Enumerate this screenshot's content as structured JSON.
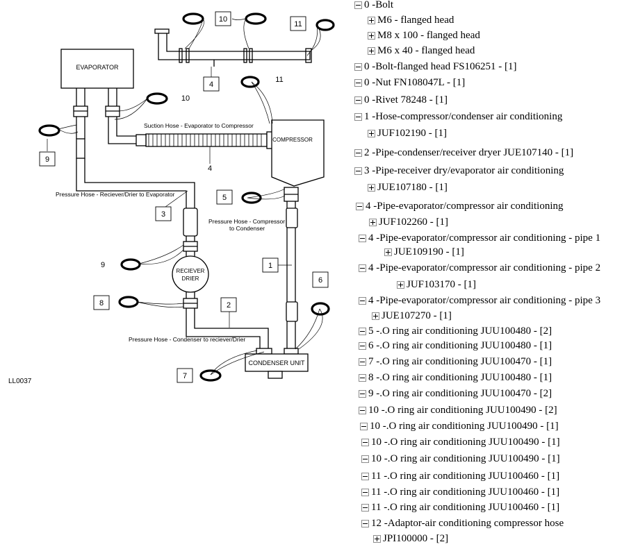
{
  "diagram": {
    "drawing_ref": "LL0037",
    "components": {
      "evaporator": "EVAPORATOR",
      "compressor": "COMPRESSOR",
      "receiver_drier_line1": "RECIEVER",
      "receiver_drier_line2": "DRIER",
      "condenser": "CONDENSER UNIT"
    },
    "hose_labels": {
      "suction": "Suction Hose - Evaporator to Compressor",
      "pressure_receiver_evap": "Pressure Hose - Reciever/Drier to Evaporator",
      "pressure_comp_line1": "Pressure Hose - Compressor",
      "pressure_comp_line2": "to Condenser",
      "pressure_cond_receiver": "Pressure Hose - Condenser to reciever/Drier"
    },
    "callouts": [
      "10",
      "11",
      "4",
      "11",
      "10",
      "9",
      "4",
      "5",
      "3",
      "1",
      "9",
      "6",
      "8",
      "2",
      "7"
    ]
  },
  "tree": [
    {
      "toggle": "minus",
      "label": "0 -Bolt"
    },
    {
      "toggle": "plus",
      "label": "M6 - flanged head"
    },
    {
      "toggle": "plus",
      "label": "M8 x 100 - flanged head"
    },
    {
      "toggle": "plus",
      "label": "M6 x 40 - flanged head"
    },
    {
      "toggle": "minus",
      "label": "0 -Bolt-flanged head  FS106251 - [1]"
    },
    {
      "toggle": "minus",
      "label": "0 -Nut  FN108047L - [1]"
    },
    {
      "toggle": "minus",
      "label": "0 -Rivet  78248 - [1]"
    },
    {
      "toggle": "minus",
      "label": "1 -Hose-compressor/condenser air conditioning"
    },
    {
      "toggle": "plus",
      "label": "JUF102190 - [1]"
    },
    {
      "toggle": "minus",
      "label": "2 -Pipe-condenser/receiver dryer  JUE107140 - [1]"
    },
    {
      "toggle": "minus",
      "label": "3 -Pipe-receiver dry/evaporator air conditioning"
    },
    {
      "toggle": "plus",
      "label": "JUE107180 - [1]"
    },
    {
      "toggle": "minus",
      "label": "4 -Pipe-evaporator/compressor air conditioning"
    },
    {
      "toggle": "plus",
      "label": "JUF102260 - [1]"
    },
    {
      "toggle": "minus",
      "label": "4 -Pipe-evaporator/compressor air conditioning - pipe 1"
    },
    {
      "toggle": "plus",
      "label": "JUE109190 - [1]"
    },
    {
      "toggle": "minus",
      "label": "4 -Pipe-evaporator/compressor air conditioning - pipe 2"
    },
    {
      "toggle": "plus",
      "label": "JUF103170 - [1]"
    },
    {
      "toggle": "minus",
      "label": "4 -Pipe-evaporator/compressor air conditioning - pipe 3"
    },
    {
      "toggle": "plus",
      "label": "JUE107270 - [1]"
    },
    {
      "toggle": "minus",
      "label": "5 -.O ring air conditioning  JUU100480 - [2]"
    },
    {
      "toggle": "minus",
      "label": "6 -.O ring air conditioning  JUU100480 - [1]"
    },
    {
      "toggle": "minus",
      "label": "7 -.O ring air conditioning  JUU100470 - [1]"
    },
    {
      "toggle": "minus",
      "label": "8 -.O ring air conditioning  JUU100480 - [1]"
    },
    {
      "toggle": "minus",
      "label": "9 -.O ring air conditioning  JUU100470 - [2]"
    },
    {
      "toggle": "minus",
      "label": "10 -.O ring air conditioning  JUU100490 - [2]"
    },
    {
      "toggle": "minus",
      "label": "10 -.O ring air conditioning   JUU100490 - [1]"
    },
    {
      "toggle": "minus",
      "label": "10 -.O ring air conditioning   JUU100490 - [1]"
    },
    {
      "toggle": "minus",
      "label": "10 -.O ring air conditioning   JUU100490 - [1]"
    },
    {
      "toggle": "minus",
      "label": "11 -.O ring air conditioning   JUU100460 - [1]"
    },
    {
      "toggle": "minus",
      "label": "11 -.O ring air conditioning   JUU100460 - [1]"
    },
    {
      "toggle": "minus",
      "label": "11 -.O ring air conditioning   JUU100460 - [1]"
    },
    {
      "toggle": "minus",
      "label": "12 -Adaptor-air conditioning compressor hose"
    },
    {
      "toggle": "plus",
      "label": "JPI100000 - [2]"
    }
  ]
}
